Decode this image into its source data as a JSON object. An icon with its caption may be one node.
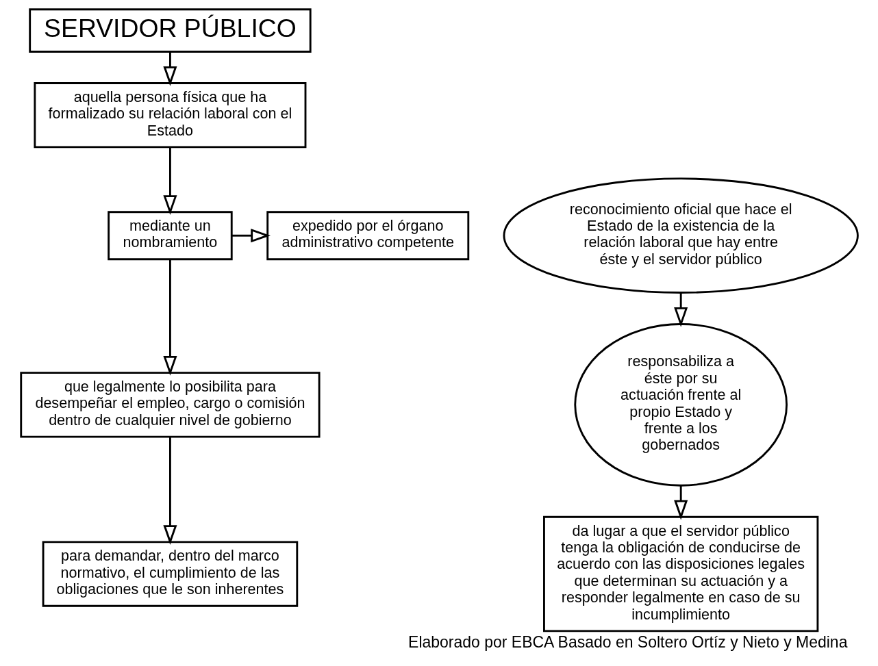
{
  "diagram": {
    "caption": "Elaborado por EBCA Basado en Soltero Ortíz y Nieto y Medina",
    "nodes": [
      {
        "text": [
          "SERVIDOR PÚBLICO"
        ]
      },
      {
        "text": [
          "aquella persona física que ha formalizado su relación laboral con el Estado"
        ]
      },
      {
        "text": [
          "mediante un nombramiento"
        ]
      },
      {
        "text": [
          "expedido por el órgano administrativo competente"
        ]
      },
      {
        "text": [
          "que legalmente lo posibilita para desempeñar el empleo, cargo o comisión dentro de cualquier nivel de gobierno"
        ]
      },
      {
        "text": [
          "para demandar, dentro del marco normativo, el cumplimiento de las obligaciones que le son inherentes"
        ]
      },
      {
        "text": [
          "reconocimiento oficial que hace el Estado de la existencia de la relación laboral que hay entre éste y el servidor público"
        ]
      },
      {
        "text": [
          "responsabiliza a éste por su actuación frente al propio Estado y frente a los gobernados"
        ]
      },
      {
        "text": [
          "da lugar a que el servidor público tenga la obligación de conducirse de acuerdo con las disposiciones legales que determinan su actuación y a responder legalmente en caso de su incumplimiento"
        ]
      }
    ],
    "edges": [
      {
        "from": 0,
        "to": 1,
        "arrow": "to"
      },
      {
        "from": 1,
        "to": 2,
        "arrow": "to"
      },
      {
        "from": 2,
        "to": 3,
        "arrow": "to"
      },
      {
        "from": 2,
        "to": 4,
        "arrow": "to"
      },
      {
        "from": 4,
        "to": 5,
        "arrow": "to"
      },
      {
        "from": 6,
        "to": 7,
        "arrow": "to"
      },
      {
        "from": 7,
        "to": 8,
        "arrow": "to"
      }
    ]
  }
}
